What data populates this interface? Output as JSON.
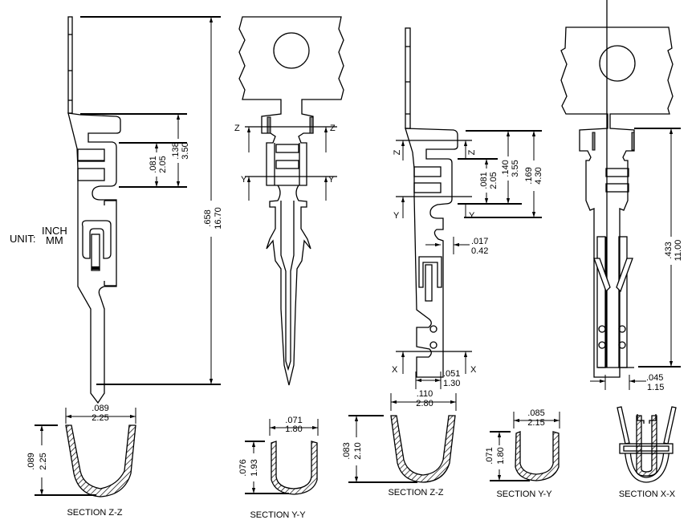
{
  "unit": {
    "label": "UNIT:",
    "primary": "INCH",
    "secondary": "MM"
  },
  "male_side_view": {
    "overall_length": {
      "inch": ".658",
      "mm": "16.70"
    },
    "crimp_to_tab": {
      "inch": ".138",
      "mm": "3.50"
    },
    "insulation_barrel": {
      "inch": ".081",
      "mm": "2.05"
    }
  },
  "male_top_view": {
    "section_marks": [
      "Z",
      "Z",
      "Y",
      "Y"
    ]
  },
  "female_side_view": {
    "crimp_to_tab": {
      "inch": ".140",
      "mm": "3.55"
    },
    "insulation_barrel": {
      "inch": ".081",
      "mm": "2.05"
    },
    "total_barrel": {
      "inch": ".169",
      "mm": "4.30"
    },
    "thickness": {
      "inch": ".017",
      "mm": "0.42"
    },
    "contact_width": {
      "inch": ".051",
      "mm": "1.30"
    },
    "section_marks": [
      "Z",
      "Z",
      "Y",
      "Y",
      "X",
      "X"
    ]
  },
  "female_top_view": {
    "contact_length": {
      "inch": ".433",
      "mm": "11.00"
    },
    "contact_width": {
      "inch": ".045",
      "mm": "1.15"
    }
  },
  "sections": [
    {
      "title": "SECTION Z-Z",
      "width": {
        "inch": ".089",
        "mm": "2.25"
      },
      "height": {
        "inch": ".089",
        "mm": "2.25"
      }
    },
    {
      "title": "SECTION Y-Y",
      "width": {
        "inch": ".071",
        "mm": "1.80"
      },
      "height": {
        "inch": ".076",
        "mm": "1.93"
      }
    },
    {
      "title": "SECTION Z-Z",
      "width": {
        "inch": ".110",
        "mm": "2.80"
      },
      "height": {
        "inch": ".083",
        "mm": "2.10"
      }
    },
    {
      "title": "SECTION Y-Y",
      "width": {
        "inch": ".085",
        "mm": "2.15"
      },
      "height": {
        "inch": ".071",
        "mm": "1.80"
      }
    },
    {
      "title": "SECTION X-X"
    }
  ]
}
